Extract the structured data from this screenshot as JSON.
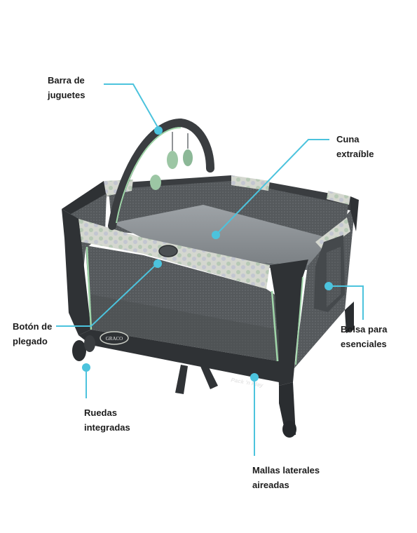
{
  "product": {
    "brand_badge": "GRACO",
    "model_mark": "Pack 'n Play"
  },
  "callouts": [
    {
      "id": "toy-bar",
      "lines": [
        "Barra de",
        "juguetes"
      ]
    },
    {
      "id": "bassinet",
      "lines": [
        "Cuna",
        "extraíble"
      ]
    },
    {
      "id": "fold-button",
      "lines": [
        "Botón de",
        "plegado"
      ]
    },
    {
      "id": "storage-bag",
      "lines": [
        "Bolsa para",
        "esenciales"
      ]
    },
    {
      "id": "wheels",
      "lines": [
        "Ruedas",
        "integradas"
      ]
    },
    {
      "id": "mesh-sides",
      "lines": [
        "Mallas laterales",
        "aireadas"
      ]
    }
  ],
  "colors": {
    "callout_line": "#4cc3dd",
    "callout_dot": "#4cc3dd",
    "frame": "#3c3f42",
    "mesh": "#53575a",
    "mattress": "#8f9498",
    "accent_green": "#9fd5a8",
    "fabric": "#c9ccc4",
    "label_text": "#1c1c1c"
  }
}
